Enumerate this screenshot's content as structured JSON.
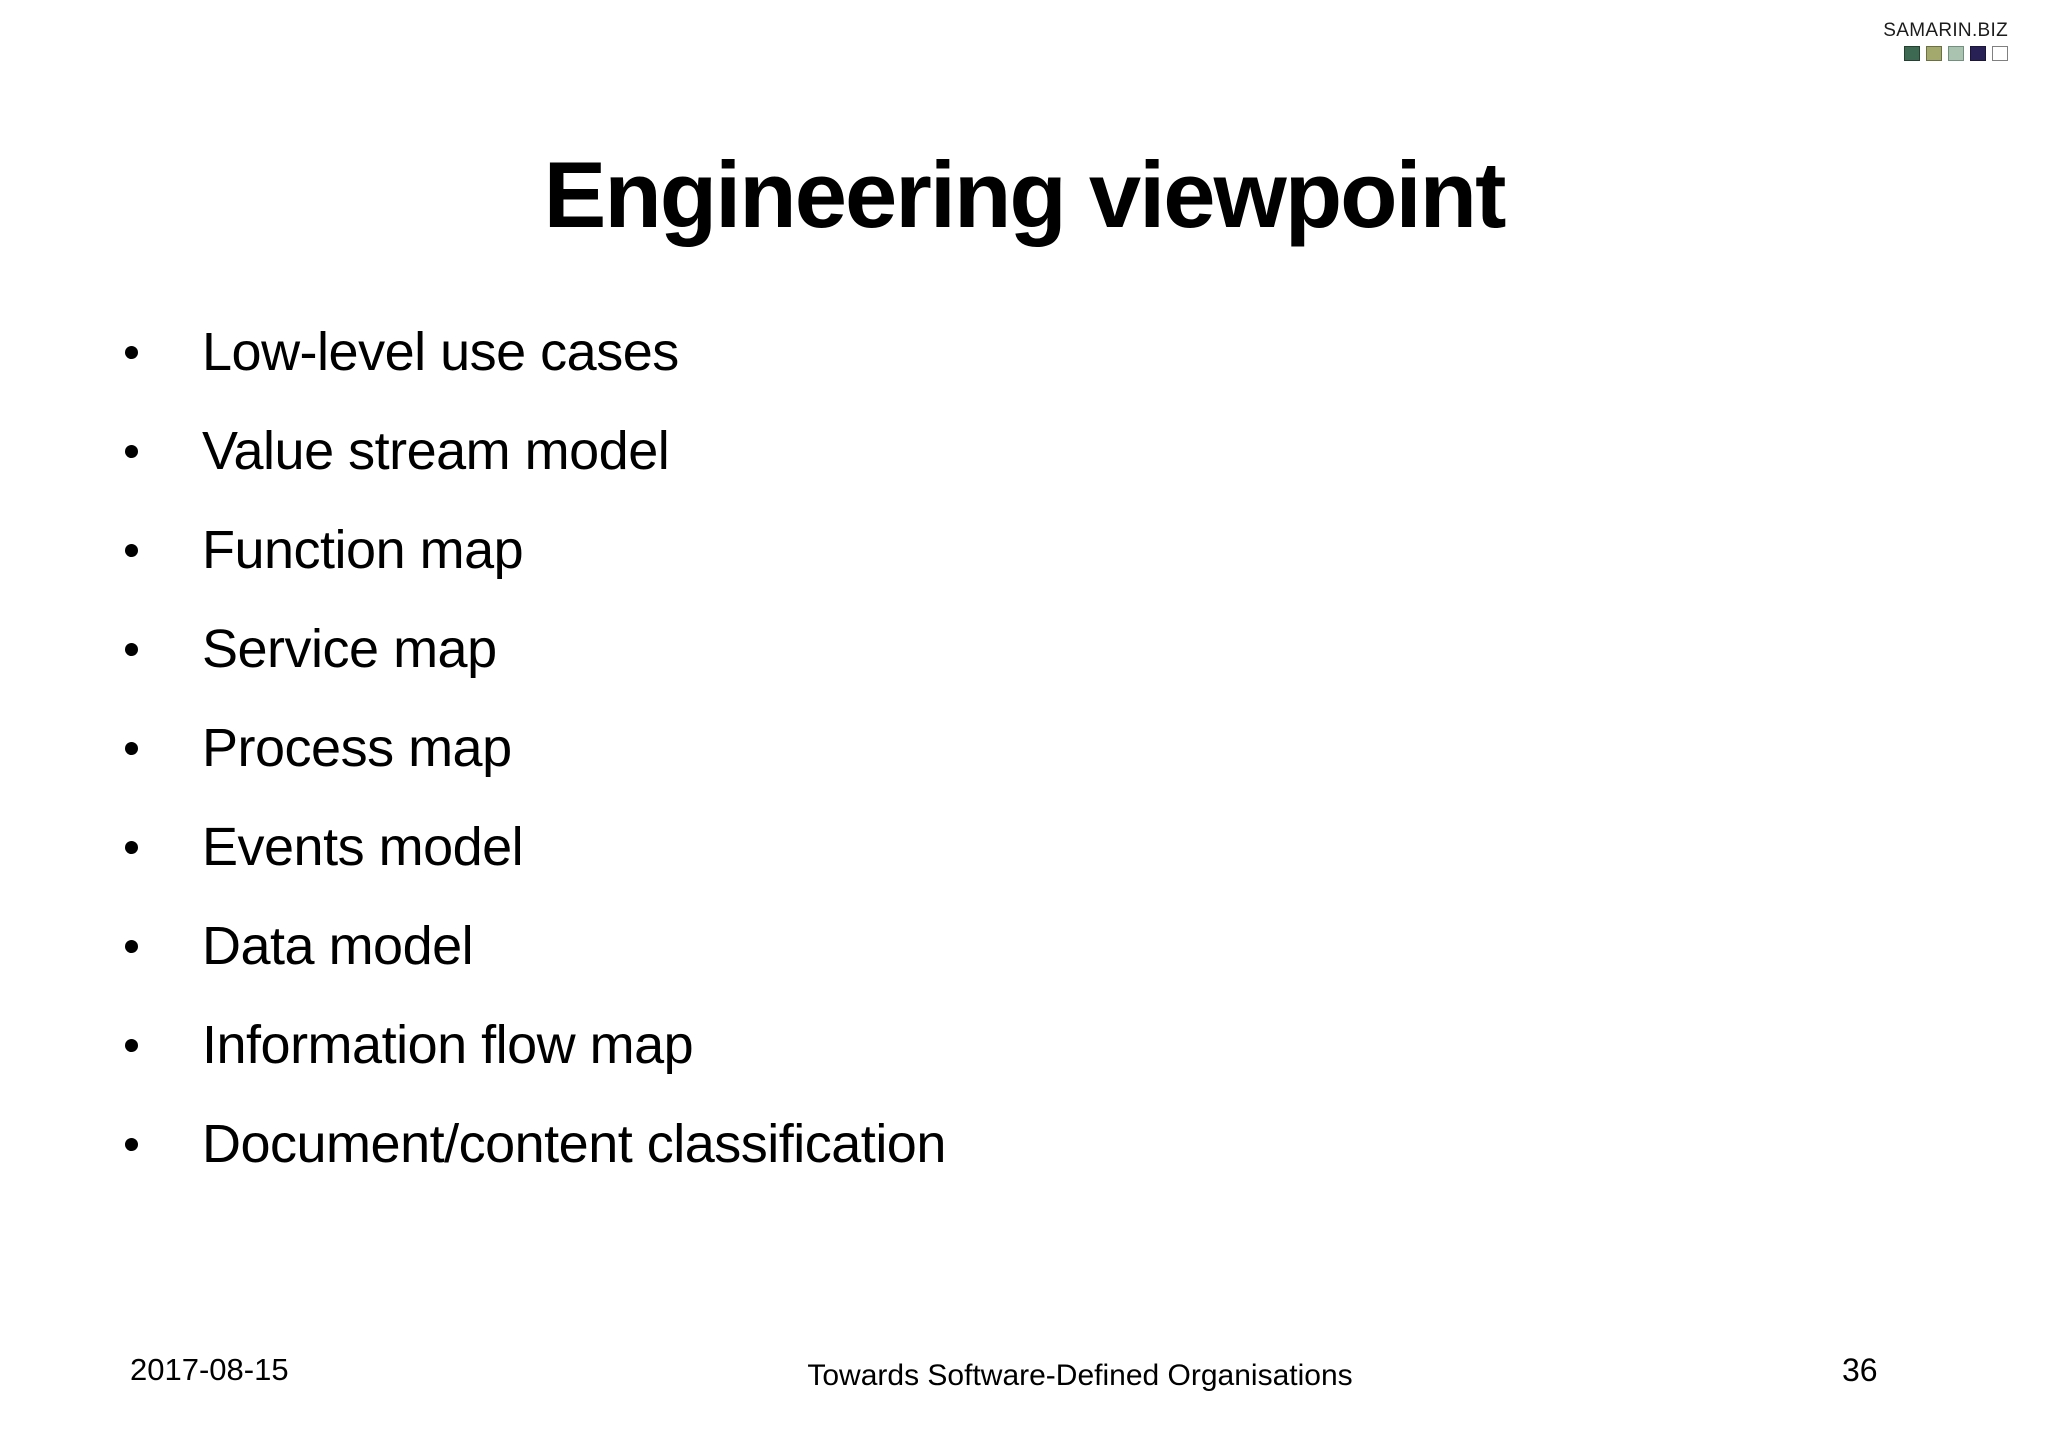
{
  "slide": {
    "title": "Engineering viewpoint",
    "bullets": [
      "Low-level use cases",
      "Value stream model",
      "Function map",
      "Service map",
      "Process map",
      "Events model",
      "Data model",
      "Information flow map",
      "Document/content classification"
    ],
    "footer": {
      "date": "2017-08-15",
      "center": "Towards Software-Defined Organisations",
      "page": "36"
    },
    "logo": {
      "text": "SAMARIN.BIZ",
      "squares": [
        {
          "name": "logo-square-dark-green-icon",
          "fill": "#3d6952",
          "border": "#24412f"
        },
        {
          "name": "logo-square-olive-icon",
          "fill": "#a3a96c",
          "border": "#6b7045"
        },
        {
          "name": "logo-square-sage-icon",
          "fill": "#a9c3b0",
          "border": "#73907f"
        },
        {
          "name": "logo-square-navy-icon",
          "fill": "#272156",
          "border": "#1a1539"
        },
        {
          "name": "logo-square-white-icon",
          "fill": "#ffffff",
          "border": "#808080"
        }
      ]
    },
    "colors": {
      "background": "#ffffff",
      "text": "#000000"
    }
  }
}
